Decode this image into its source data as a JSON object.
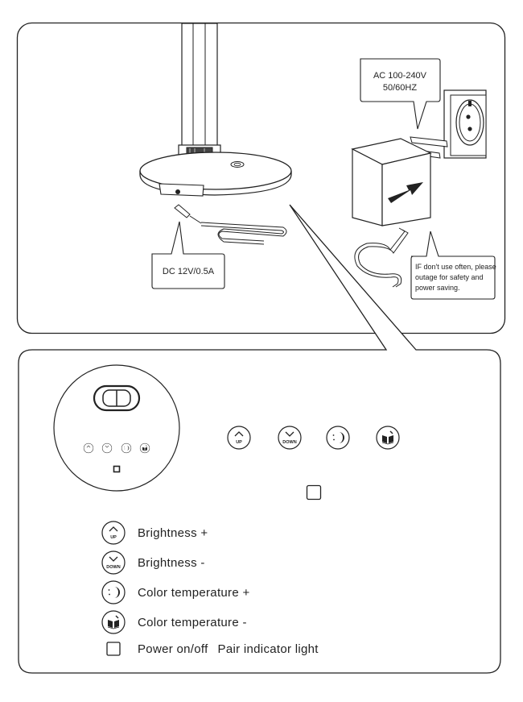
{
  "callouts": {
    "adapter_voltage_line1": "AC 100-240V",
    "adapter_voltage_line2": "50/60HZ",
    "dc_input": "DC 12V/0.5A",
    "note_line1": "IF don't use often, please",
    "note_line2": "outage for safety and",
    "note_line3": "power saving."
  },
  "buttons": {
    "up_text": "UP",
    "down_text": "DOWN"
  },
  "legend": {
    "brightness_up": "Brightness +",
    "brightness_down": "Brightness -",
    "color_temp_up": "Color temperature +",
    "color_temp_down": "Color temperature -",
    "power": "Power on/off",
    "pair": "Pair indicator light"
  },
  "icons": [
    "up-arrow-icon",
    "down-arrow-icon",
    "moon-icon",
    "book-icon",
    "power-square-icon"
  ]
}
